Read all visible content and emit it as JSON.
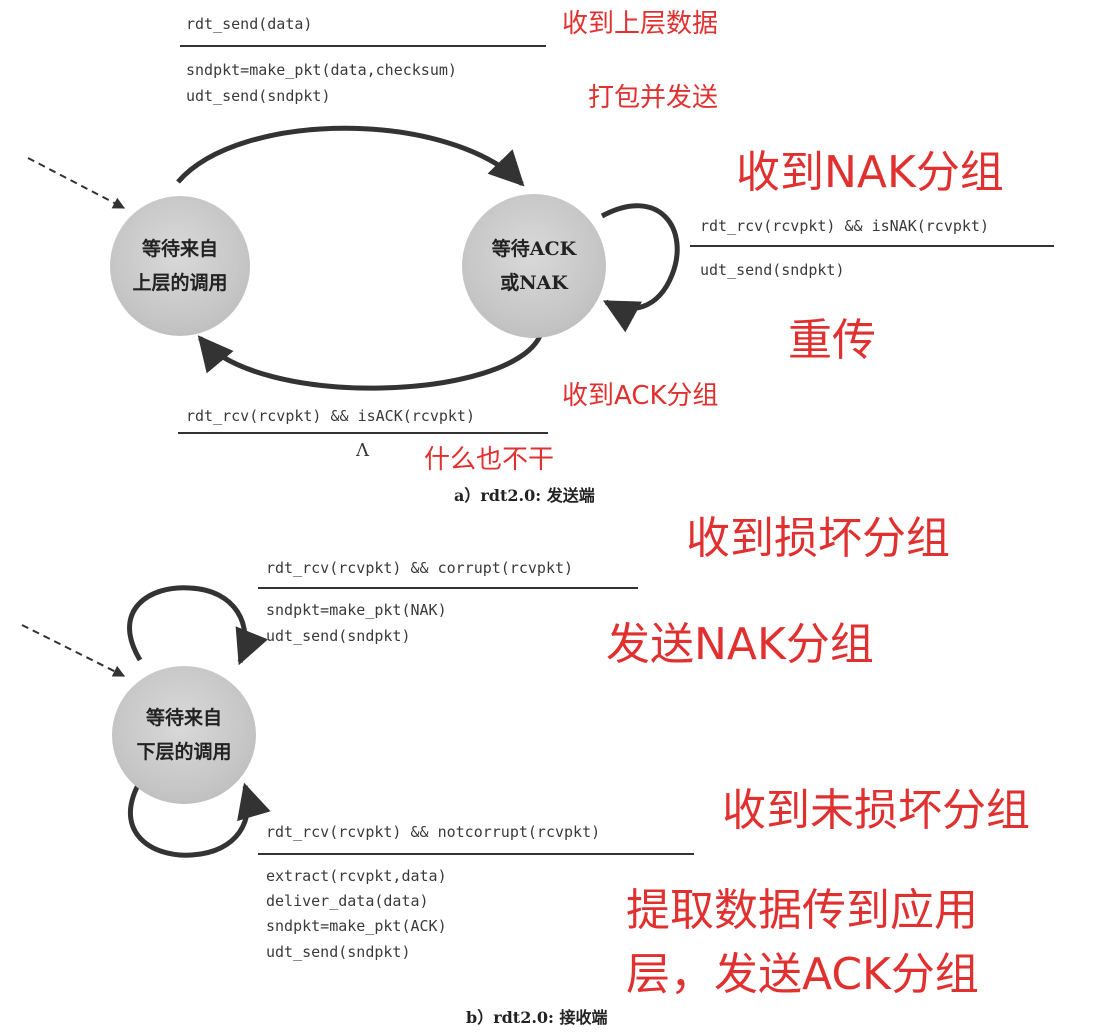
{
  "sender": {
    "states": {
      "wait_above": [
        "等待来自",
        "上层的调用"
      ],
      "wait_ack": [
        "等待ACK",
        "或NAK"
      ]
    },
    "t1": {
      "event": "rdt_send(data)",
      "actions": [
        "sndpkt=make_pkt(data,checksum)",
        "udt_send(sndpkt)"
      ],
      "note_event": "收到上层数据",
      "note_action": "打包并发送"
    },
    "t2": {
      "event": "rdt_rcv(rcvpkt) && isNAK(rcvpkt)",
      "actions": [
        "udt_send(sndpkt)"
      ],
      "note_event": "收到NAK分组",
      "note_action": "重传"
    },
    "t3": {
      "event": "rdt_rcv(rcvpkt) && isACK(rcvpkt)",
      "action": "Λ",
      "note_event": "收到ACK分组",
      "note_action": "什么也不干"
    },
    "caption": "a）rdt2.0: 发送端"
  },
  "receiver": {
    "state": [
      "等待来自",
      "下层的调用"
    ],
    "t1": {
      "event": "rdt_rcv(rcvpkt) && corrupt(rcvpkt)",
      "actions": [
        "sndpkt=make_pkt(NAK)",
        "udt_send(sndpkt)"
      ],
      "note_event": "收到损坏分组",
      "note_action": "发送NAK分组"
    },
    "t2": {
      "event": "rdt_rcv(rcvpkt) && notcorrupt(rcvpkt)",
      "actions": [
        "extract(rcvpkt,data)",
        "deliver_data(data)",
        "sndpkt=make_pkt(ACK)",
        "udt_send(sndpkt)"
      ],
      "note_event": "收到未损坏分组",
      "note_action": [
        "提取数据传到应用",
        "层，发送ACK分组"
      ]
    },
    "caption": "b）rdt2.0: 接收端"
  }
}
